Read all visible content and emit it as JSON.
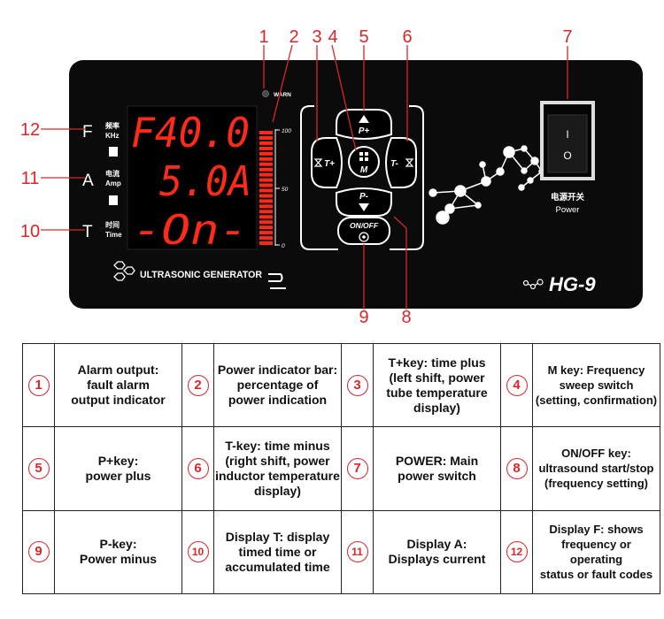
{
  "panel": {
    "warn_label": "WARN",
    "title": "ULTRASONIC GENERATOR",
    "model": "HG-9",
    "indicators": [
      {
        "letter": "F",
        "cn": "频率",
        "en": "KHz"
      },
      {
        "letter": "A",
        "cn": "电流",
        "en": "Amp"
      },
      {
        "letter": "T",
        "cn": "时间",
        "en": "Time"
      }
    ],
    "displays": {
      "f": "F40.0",
      "a": "5.0A",
      "t": "-On-"
    },
    "scale": {
      "top": "100",
      "mid": "50",
      "bottom": "0"
    },
    "power_bar_level_percent": 100,
    "keys": {
      "p_plus": "P+",
      "p_minus": "P-",
      "t_plus": "T+",
      "t_minus": "T-",
      "m": "M",
      "onoff": "ON/OFF"
    },
    "switch": {
      "on": "I",
      "off": "O",
      "cn": "电源开关",
      "en": "Power"
    },
    "colors": {
      "panel": "#0b0b0b",
      "led": "#ff2a1a",
      "callout": "#d9262a"
    }
  },
  "callouts": [
    "1",
    "2",
    "3",
    "4",
    "5",
    "6",
    "7",
    "8",
    "9",
    "10",
    "11",
    "12"
  ],
  "legend": [
    [
      {
        "num": "1",
        "lines": [
          "Alarm output:",
          "fault alarm",
          "output indicator"
        ]
      },
      {
        "num": "2",
        "lines": [
          "Power indicator bar:",
          "percentage of",
          "power indication"
        ]
      },
      {
        "num": "3",
        "lines": [
          "T+key: time plus",
          "(left shift, power",
          "tube temperature",
          "display)"
        ]
      },
      {
        "num": "4",
        "lines": [
          "M key: Frequency",
          "sweep switch",
          "(setting, confirmation)"
        ]
      }
    ],
    [
      {
        "num": "5",
        "lines": [
          "P+key:",
          "power plus"
        ]
      },
      {
        "num": "6",
        "lines": [
          "T-key: time minus",
          "(right shift, power",
          "inductor temperature",
          "display)"
        ]
      },
      {
        "num": "7",
        "lines": [
          "POWER: Main",
          "power switch"
        ]
      },
      {
        "num": "8",
        "lines": [
          "ON/OFF key:",
          "ultrasound start/stop",
          "(frequency setting)"
        ]
      }
    ],
    [
      {
        "num": "9",
        "lines": [
          "P-key:",
          "Power minus"
        ]
      },
      {
        "num": "10",
        "lines": [
          "Display T: display",
          "timed time or",
          "accumulated time"
        ]
      },
      {
        "num": "11",
        "lines": [
          "Display A:",
          "Displays current"
        ]
      },
      {
        "num": "12",
        "lines": [
          "Display F: shows",
          "frequency or operating",
          "status or fault codes"
        ]
      }
    ]
  ]
}
